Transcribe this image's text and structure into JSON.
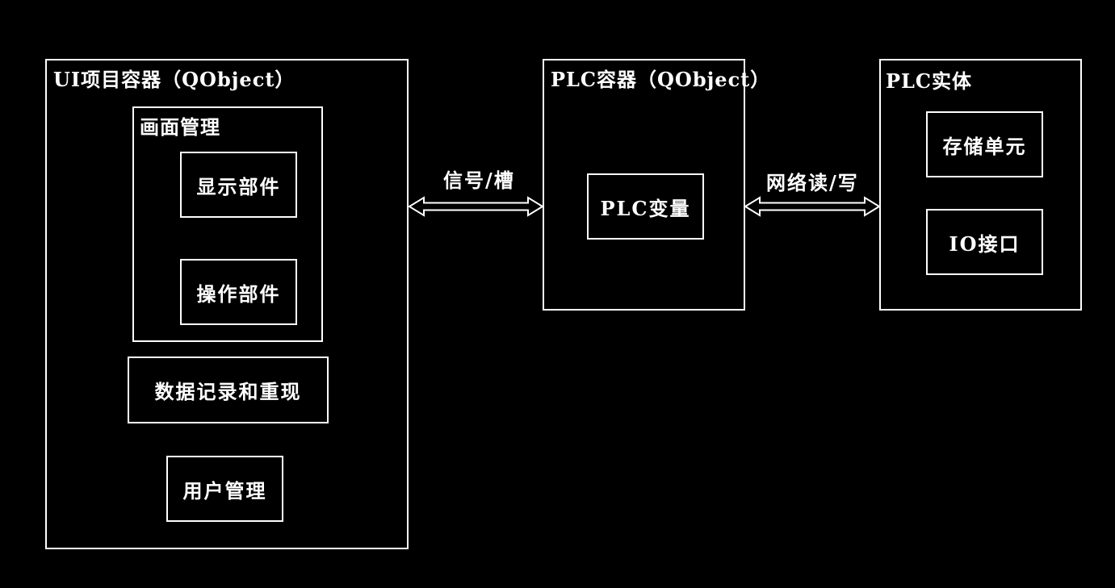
{
  "ui_container": {
    "title": "UI项目容器（QObject）",
    "screen_mgmt": {
      "title": "画面管理",
      "display_component": "显示部件",
      "operation_component": "操作部件"
    },
    "data_record": "数据记录和重现",
    "user_mgmt": "用户管理"
  },
  "signal_slot_label": "信号/槽",
  "plc_container": {
    "title": "PLC容器（QObject）",
    "plc_variable": "PLC变量"
  },
  "network_rw_label": "网络读/写",
  "plc_entity": {
    "title": "PLC实体",
    "storage_unit": "存储单元",
    "io_interface": "IO接口"
  },
  "colors": {
    "background": "#000000",
    "foreground": "#ffffff"
  }
}
